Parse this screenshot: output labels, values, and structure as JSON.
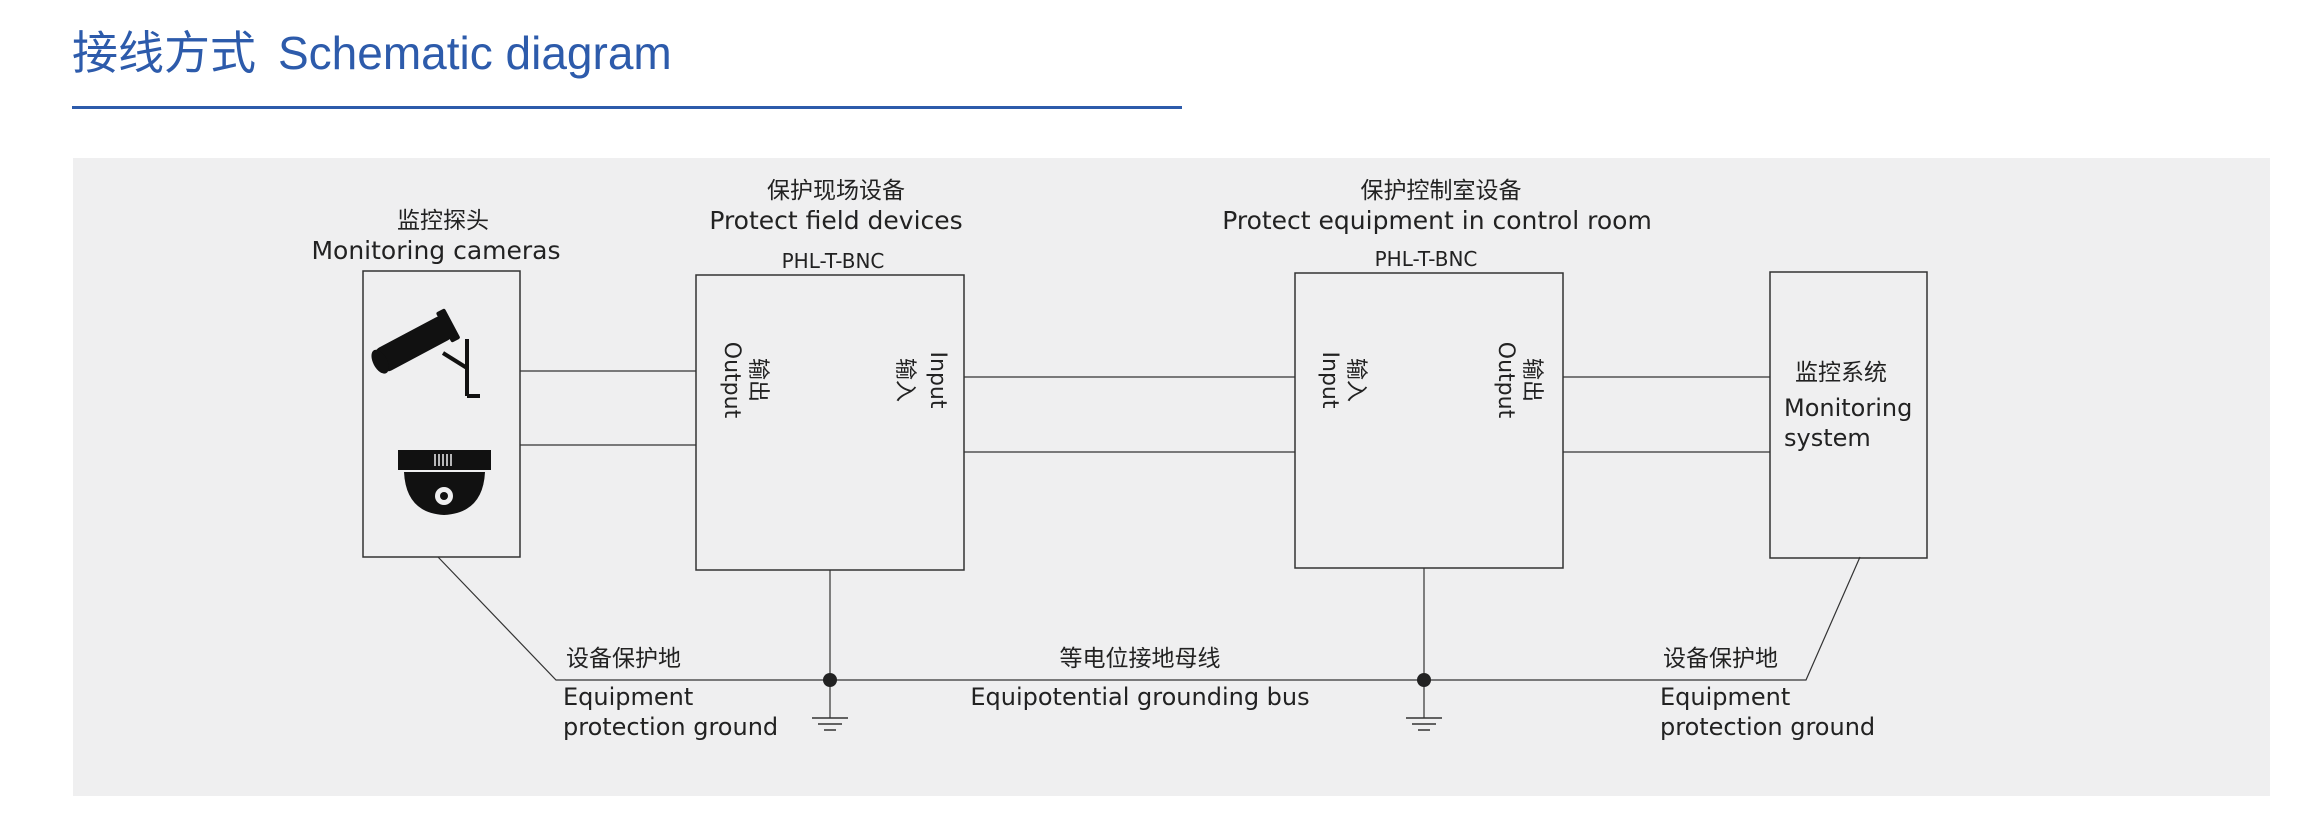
{
  "header": {
    "title_zh": "接线方式",
    "title_en": "Schematic diagram"
  },
  "colors": {
    "accent": "#2d5bab",
    "panel_bg": "#efeff0",
    "line": "#333333"
  },
  "diagram": {
    "camera_box": {
      "label_zh": "监控探头",
      "label_en": "Monitoring cameras",
      "icons": [
        "bullet-camera-icon",
        "dome-camera-icon"
      ]
    },
    "field_protector": {
      "label_zh": "保护现场设备",
      "label_en": "Protect field devices",
      "model": "PHL-T-BNC",
      "left_port_zh": "输出",
      "left_port_en": "Output",
      "right_port_zh": "输入",
      "right_port_en": "Input"
    },
    "room_protector": {
      "label_zh": "保护控制室设备",
      "label_en": "Protect  equipment in control room",
      "model": "PHL-T-BNC",
      "left_port_zh": "输入",
      "left_port_en": "Input",
      "right_port_zh": "输出",
      "right_port_en": "Output"
    },
    "monitoring_system": {
      "label_zh": "监控系统",
      "label_en_line1": "Monitoring",
      "label_en_line2": "system"
    },
    "left_ground": {
      "label_zh": "设备保护地",
      "label_en_line1": "Equipment",
      "label_en_line2": "protection ground"
    },
    "bus": {
      "label_zh": "等电位接地母线",
      "label_en": "Equipotential grounding bus"
    },
    "right_ground": {
      "label_zh": "设备保护地",
      "label_en_line1": "Equipment",
      "label_en_line2": "protection ground"
    }
  }
}
